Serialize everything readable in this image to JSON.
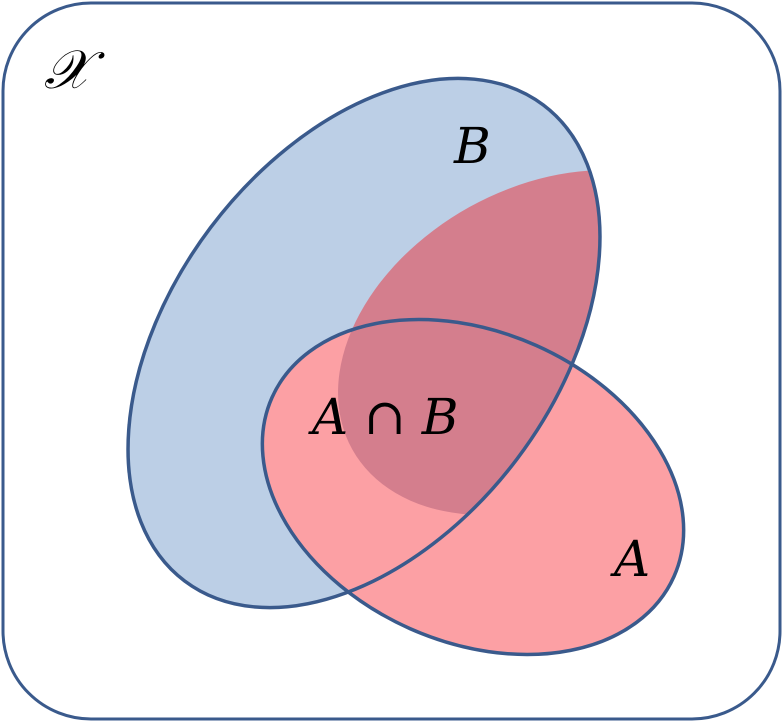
{
  "diagram": {
    "universe_label": "𝒳",
    "set_b_label": "B",
    "set_a_label": "A",
    "intersection_label": "A ∩ B"
  },
  "colors": {
    "outline": "#3a5a8c",
    "set_b_fill": "#bccfe6",
    "set_a_fill": "#fca0a4",
    "intersection_fill": "#d47e8d",
    "background": "#ffffff"
  }
}
